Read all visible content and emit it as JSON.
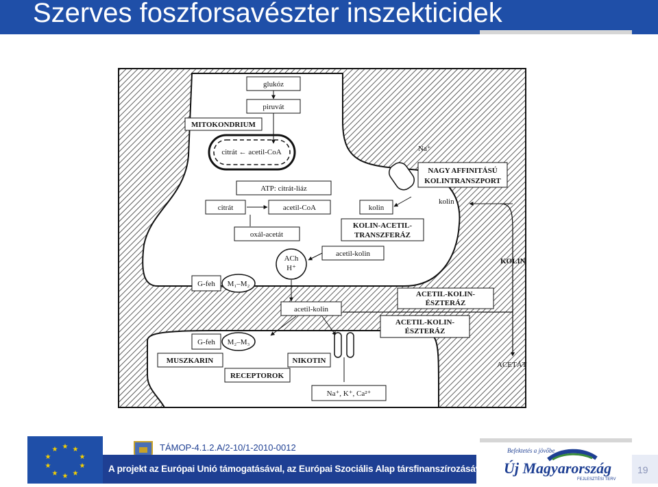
{
  "header": {
    "title": "Szerves foszforsavészter inszekticidek"
  },
  "diagram": {
    "labels": {
      "glukoz": "glukóz",
      "piruvat": "piruvát",
      "mitokondrium": "MITOKONDRIUM",
      "citrat_acetil": "citrát ← acetil-CoA",
      "na_plus": "Na⁺",
      "nagy_affinitasu": "NAGY AFFINITÁSÚ",
      "kolintranszport": "KOLINTRANSZPORT",
      "atp_citrat_liaz": "ATP: citrát-liáz",
      "citrat": "citrát",
      "acetil_coa": "acetil-CoA",
      "kolin_box": "kolin",
      "kolin_right": "kolin",
      "kolin_acetil": "KOLIN-ACETIL-",
      "transzferaz": "TRANSZFERÁZ",
      "oxal_acetat": "oxál-acetát",
      "ach": "ACh",
      "h_plus": "H⁺",
      "acetil_kolin_top": "acetil-kolin",
      "kolin_caps": "KOLIN",
      "g_feh_top": "G-feh",
      "m1_m2": "M₁–M₂",
      "acetil_kolin_eszteraz_1a": "ACETIL-KOLIN-",
      "acetil_kolin_eszteraz_1b": "ÉSZTERÁZ",
      "acetil_kolin_mid": "acetil-kolin",
      "acetil_kolin_eszteraz_2a": "ACETIL-KOLIN-",
      "acetil_kolin_eszteraz_2b": "ÉSZTERÁZ",
      "g_feh_bottom": "G-feh",
      "m2_m3": "M₂–M₃",
      "muszkarin": "MUSZKARIN",
      "nikotin": "NIKOTIN",
      "receptorok": "RECEPTOROK",
      "acetat": "ACETÁT",
      "ions": "Na⁺, K⁺, Ca²⁺"
    }
  },
  "footer": {
    "project_code": "TÁMOP-4.1.2.A/2-10/1-2010-0012",
    "funding_text": "A projekt az Európai Unió támogatásával, az Európai Szociális Alap társfinanszírozásával valósul meg.",
    "logo_tagline": "Befektetés a jövőbe",
    "logo_name": "Új Magyarország",
    "logo_sub": "FEJLESZTÉSI TERV",
    "page_number": "19"
  },
  "colors": {
    "title_bar": "#1f4fa8",
    "footer_bar": "#1e3f93",
    "eu_star": "#f5d000"
  }
}
